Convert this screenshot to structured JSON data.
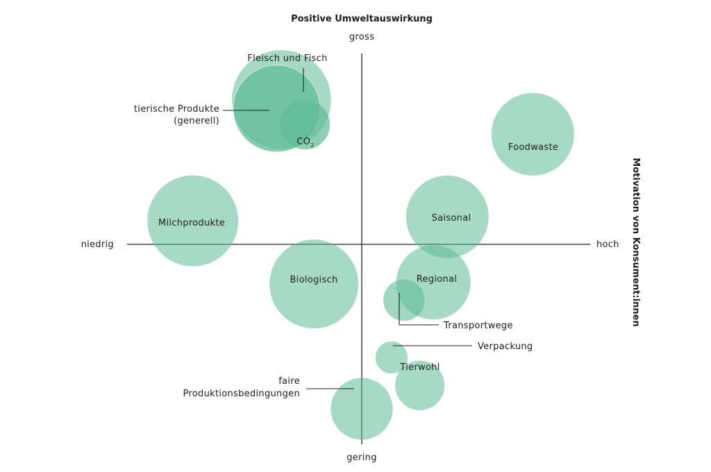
{
  "chart_data": {
    "type": "scatter",
    "title": "",
    "ylabel": "Positive Umweltauswirkung",
    "xlabel": "Motivation von Konsument:innen",
    "y_high_label": "gross",
    "y_low_label": "gering",
    "x_low_label": "niedrig",
    "x_high_label": "hoch",
    "xlim": [
      -1,
      1
    ],
    "ylim": [
      -1,
      1
    ],
    "grid": false,
    "bubble_color": "#5fbc96",
    "bubbles": [
      {
        "label": "Fleisch und Fisch",
        "x": -0.344,
        "y": 0.62,
        "r": 0.0714,
        "alpha": 0.55
      },
      {
        "label": "tierische Produkte (generell)",
        "x": -0.365,
        "y": 0.582,
        "r": 0.0625,
        "alpha": 0.75
      },
      {
        "label": "CO",
        "sub": "2",
        "x": -0.243,
        "y": 0.513,
        "r": 0.0357,
        "alpha": 0.7
      },
      {
        "label": "Foodwaste",
        "x": 0.733,
        "y": 0.472,
        "r": 0.0595,
        "alpha": 0.55
      },
      {
        "label": "Milchprodukte",
        "x": -0.724,
        "y": 0.101,
        "r": 0.0655,
        "alpha": 0.55
      },
      {
        "label": "Saisonal",
        "x": 0.367,
        "y": 0.118,
        "r": 0.0595,
        "alpha": 0.55
      },
      {
        "label": "Biologisch",
        "x": -0.205,
        "y": -0.17,
        "r": 0.064,
        "alpha": 0.55
      },
      {
        "label": "Regional",
        "x": 0.307,
        "y": -0.163,
        "r": 0.0536,
        "alpha": 0.55
      },
      {
        "label": "Transportwege",
        "x": 0.181,
        "y": -0.239,
        "r": 0.0298,
        "alpha": 0.6
      },
      {
        "label": "Verpackung",
        "x": 0.128,
        "y": -0.485,
        "r": 0.0232,
        "alpha": 0.55
      },
      {
        "label": "Tierwohl",
        "x": 0.249,
        "y": -0.605,
        "r": 0.0357,
        "alpha": 0.55
      },
      {
        "label": "faire Produktionsbedingungen",
        "x": 0.0,
        "y": -0.705,
        "r": 0.0446,
        "alpha": 0.55
      }
    ]
  }
}
